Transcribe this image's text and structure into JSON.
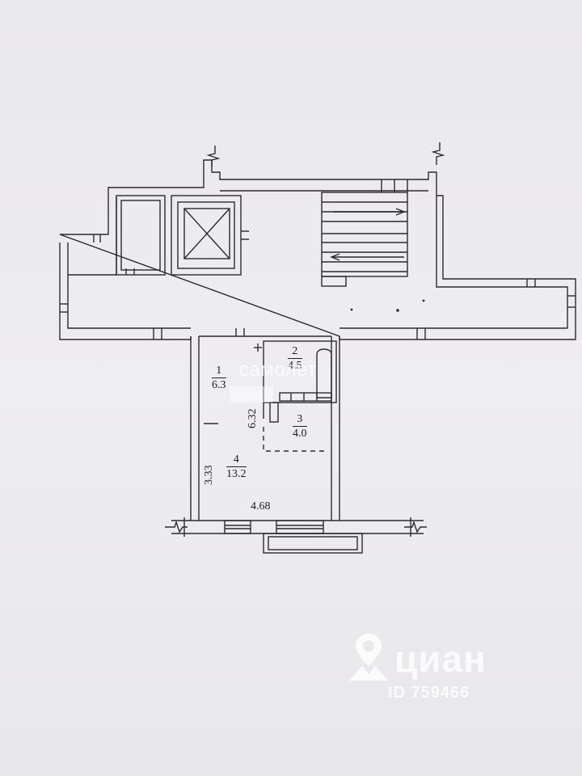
{
  "rooms": [
    {
      "number": "1",
      "area": "6.3"
    },
    {
      "number": "2",
      "area": "4.5"
    },
    {
      "number": "3",
      "area": "4.0"
    },
    {
      "number": "4",
      "area": "13.2"
    }
  ],
  "dimensions": {
    "room1_length": "6.32",
    "room4_height": "3.33",
    "room4_width": "4.68"
  },
  "watermarks": {
    "samolet": "самолет",
    "cian_brand": "циан",
    "cian_id": "ID 759466"
  },
  "colors": {
    "line": "#2b2b2e",
    "paper": "#ecebee",
    "watermark": "#ffffff"
  }
}
